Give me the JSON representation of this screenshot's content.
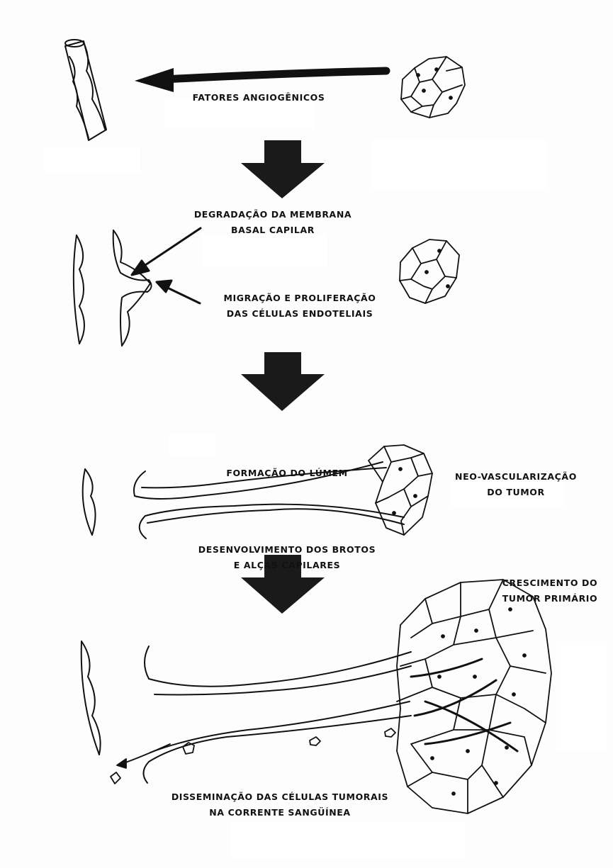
{
  "labels": {
    "angiogenic_factors": "FATORES ANGIOGÊNICOS",
    "membrane_degradation": [
      "DEGRADAÇÃO DA MEMBRANA",
      "BASAL CAPILAR"
    ],
    "migration_proliferation": [
      "MIGRAÇÃO E PROLIFERAÇÃO",
      "DAS CÉLULAS ENDOTELIAIS"
    ],
    "lumen_formation": "FORMAÇÃO DO LÚMEM",
    "neovascularization": [
      "NEO-VASCULARIZAÇÃO",
      "DO TUMOR"
    ],
    "sprout_development": [
      "DESENVOLVIMENTO DOS BROTOS",
      "E ALÇAS CAPILARES"
    ],
    "primary_tumor_growth": [
      "CRESCIMENTO DO",
      "TUMOR PRIMÁRIO"
    ],
    "dissemination": [
      "DISSEMINAÇÃO DAS CÉLULAS TUMORAIS",
      "NA CORRENTE SANGÜÍNEA"
    ]
  },
  "colors": {
    "ink": "#111111",
    "arrow": "#1a1a1a",
    "paper": "#fdfdfd"
  }
}
